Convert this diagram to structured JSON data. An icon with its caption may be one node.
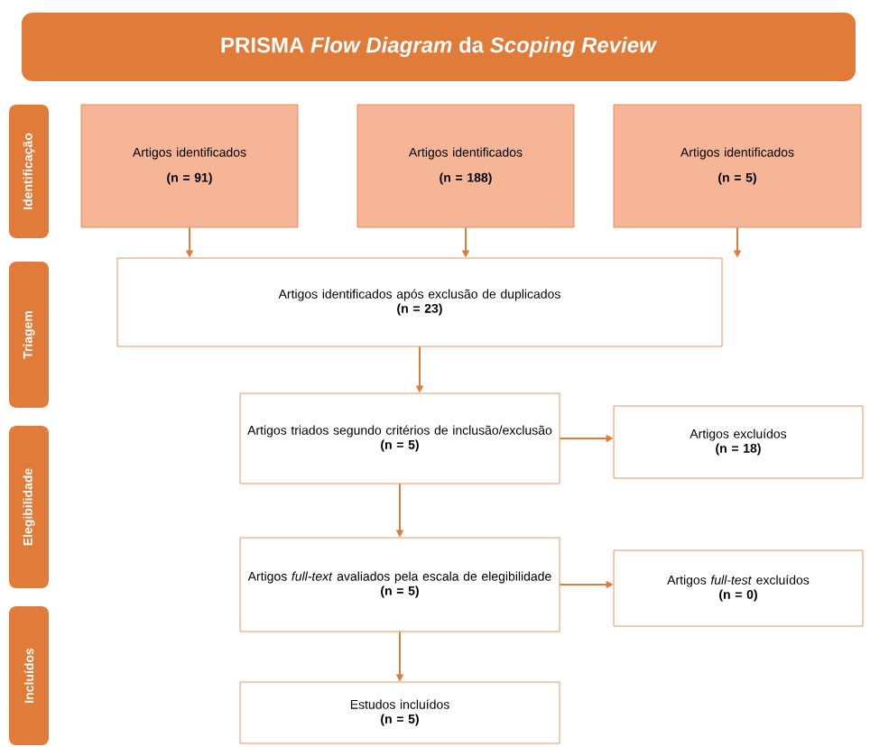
{
  "diagram": {
    "title": "PRISMA *Flow Diagram* da *Scoping Review*",
    "nodes": [
      {
        "text": [
          "Identificação"
        ]
      },
      {
        "text": [
          "Triagem"
        ]
      },
      {
        "text": [
          "Elegibilidade"
        ]
      },
      {
        "text": [
          "Incluídos"
        ]
      },
      {
        "text": [
          "Artigos identificados",
          "(n = 91)"
        ]
      },
      {
        "text": [
          "Artigos identificados",
          "(n = 188)"
        ]
      },
      {
        "text": [
          "Artigos identificados",
          "(n = 5)"
        ]
      },
      {
        "text": [
          "Artigos identificados após exclusão de duplicados",
          "(n = 23)"
        ]
      },
      {
        "text": [
          "Artigos triados segundo critérios de inclusão/exclusão",
          "(n = 5)"
        ]
      },
      {
        "text": [
          "Artigos excluídos",
          "(n = 18)"
        ]
      },
      {
        "text": [
          "Artigos *full-text* avaliados pela escala de elegibilidade",
          "(n = 5)"
        ]
      },
      {
        "text": [
          "Artigos *full-test* excluídos",
          "(n = 0)"
        ]
      },
      {
        "text": [
          "Estudos incluídos",
          "(n = 5)"
        ]
      }
    ],
    "edges": [
      {
        "from": 4,
        "to": 7,
        "arrow": "to"
      },
      {
        "from": 5,
        "to": 7,
        "arrow": "to"
      },
      {
        "from": 6,
        "to": 7,
        "arrow": "to"
      },
      {
        "from": 7,
        "to": 8,
        "arrow": "to"
      },
      {
        "from": 8,
        "to": 9,
        "arrow": "to"
      },
      {
        "from": 8,
        "to": 10,
        "arrow": "to"
      },
      {
        "from": 10,
        "to": 11,
        "arrow": "to"
      },
      {
        "from": 10,
        "to": 12,
        "arrow": "to"
      }
    ]
  }
}
